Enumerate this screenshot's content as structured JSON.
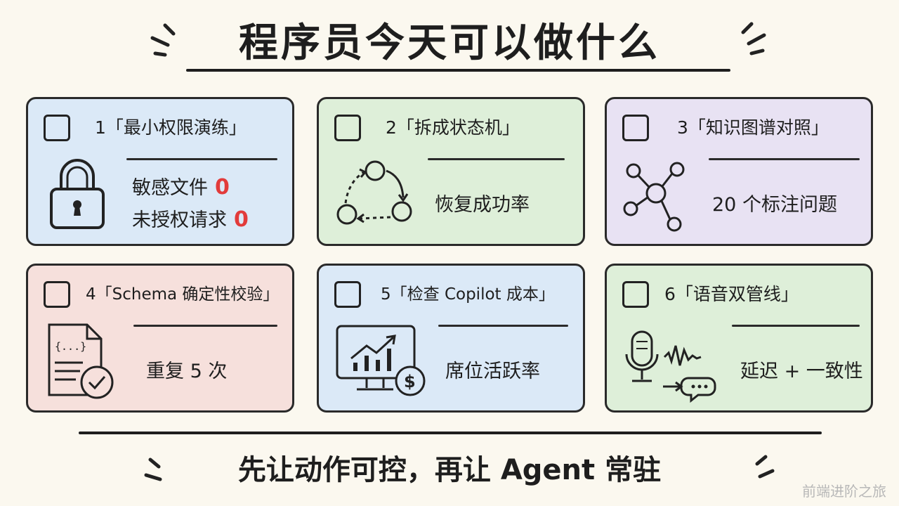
{
  "title": "程序员今天可以做什么",
  "footer": "先让动作可控，再让 Agent 常驻",
  "watermark": "前端进阶之旅",
  "colors": {
    "zero_red": "#e23b3b",
    "card_blue": "#dbe9f7",
    "card_green": "#deefd9",
    "card_purple": "#e8e2f3",
    "card_red": "#f6e0dc"
  },
  "cards": [
    {
      "title": "1「最小权限演练」",
      "icon": "padlock-icon",
      "metrics": [
        {
          "label": "敏感文件",
          "value": "0"
        },
        {
          "label": "未授权请求",
          "value": "0"
        }
      ]
    },
    {
      "title": "2「拆成状态机」",
      "icon": "state-cycle-icon",
      "metric": "恢复成功率"
    },
    {
      "title": "3「知识图谱对照」",
      "icon": "graph-network-icon",
      "metric": "20 个标注问题"
    },
    {
      "title": "4「Schema 确定性校验」",
      "icon": "json-document-check-icon",
      "metric": "重复 5 次"
    },
    {
      "title": "5「检查 Copilot 成本」",
      "icon": "monitor-chart-dollar-icon",
      "metric": "席位活跃率"
    },
    {
      "title": "6「语音双管线」",
      "icon": "microphone-chat-icon",
      "metric": "延迟 + 一致性"
    }
  ]
}
